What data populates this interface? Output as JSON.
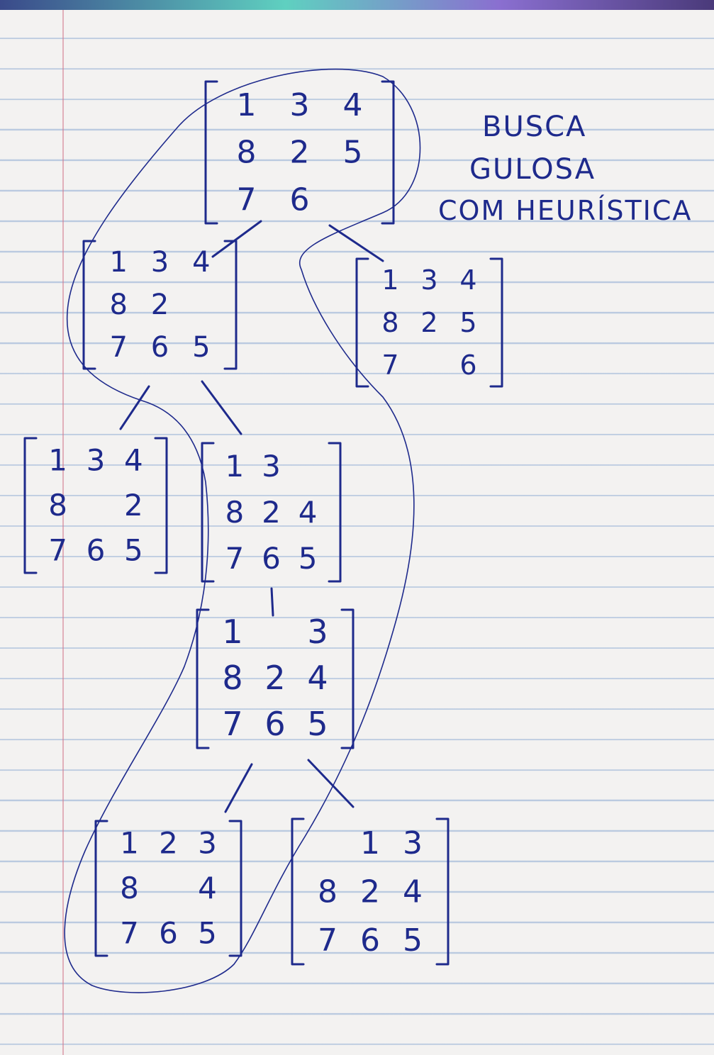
{
  "title": {
    "line1": "BUSCA",
    "line2": "GULOSA",
    "line3": "COM HEURÍSTICA"
  },
  "nodes": [
    {
      "id": "root",
      "grid": [
        [
          "1",
          "3",
          "4"
        ],
        [
          "8",
          "2",
          "5"
        ],
        [
          "7",
          "6",
          ""
        ]
      ]
    },
    {
      "id": "n1",
      "grid": [
        [
          "1",
          "3",
          "4"
        ],
        [
          "8",
          "2",
          ""
        ],
        [
          "7",
          "6",
          "5"
        ]
      ]
    },
    {
      "id": "n2",
      "grid": [
        [
          "1",
          "3",
          "4"
        ],
        [
          "8",
          "2",
          "5"
        ],
        [
          "7",
          "",
          "6"
        ]
      ]
    },
    {
      "id": "n3",
      "grid": [
        [
          "1",
          "3",
          "4"
        ],
        [
          "8",
          "",
          "2"
        ],
        [
          "7",
          "6",
          "5"
        ]
      ]
    },
    {
      "id": "n4",
      "grid": [
        [
          "1",
          "3",
          ""
        ],
        [
          "8",
          "2",
          "4"
        ],
        [
          "7",
          "6",
          "5"
        ]
      ]
    },
    {
      "id": "n5",
      "grid": [
        [
          "1",
          "",
          "3"
        ],
        [
          "8",
          "2",
          "4"
        ],
        [
          "7",
          "6",
          "5"
        ]
      ]
    },
    {
      "id": "n6",
      "grid": [
        [
          "1",
          "2",
          "3"
        ],
        [
          "8",
          "",
          "4"
        ],
        [
          "7",
          "6",
          "5"
        ]
      ]
    },
    {
      "id": "n7",
      "grid": [
        [
          "",
          "1",
          "3"
        ],
        [
          "8",
          "2",
          "4"
        ],
        [
          "7",
          "6",
          "5"
        ]
      ]
    }
  ],
  "colors": {
    "ink": "#1e2a8c",
    "paper": "#f3f2f1",
    "rule_line": "#8caad2",
    "margin_line": "#d2788c"
  }
}
